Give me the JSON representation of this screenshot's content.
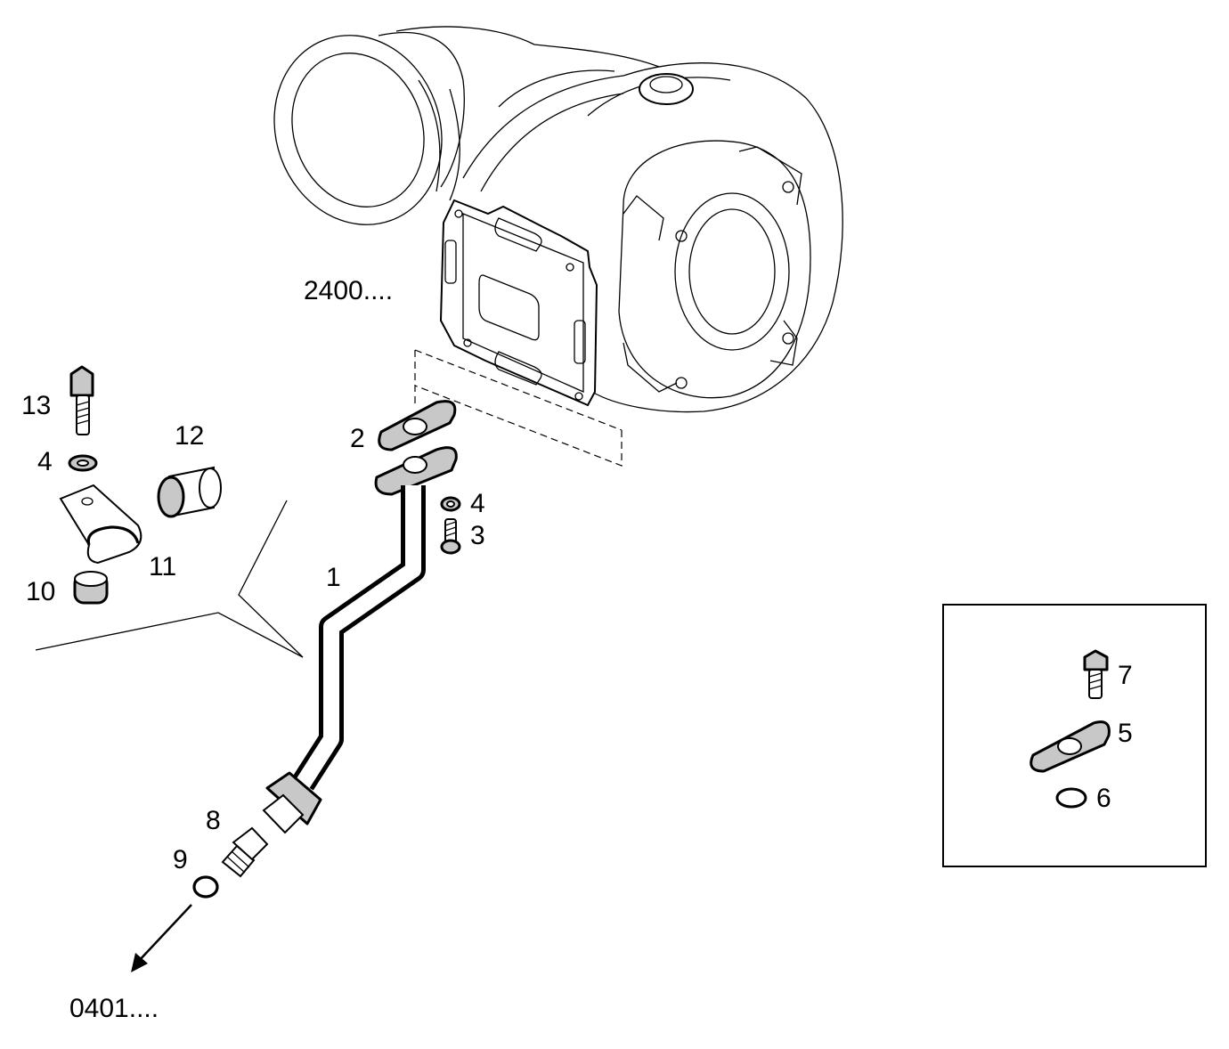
{
  "labels": {
    "ref_turbo": "2400....",
    "ref_out": "0401....",
    "p1": "1",
    "p2": "2",
    "p3": "3",
    "p4a": "4",
    "p4b": "4",
    "p5": "5",
    "p6": "6",
    "p7": "7",
    "p8": "8",
    "p9": "9",
    "p10": "10",
    "p11": "11",
    "p12": "12",
    "p13": "13"
  }
}
